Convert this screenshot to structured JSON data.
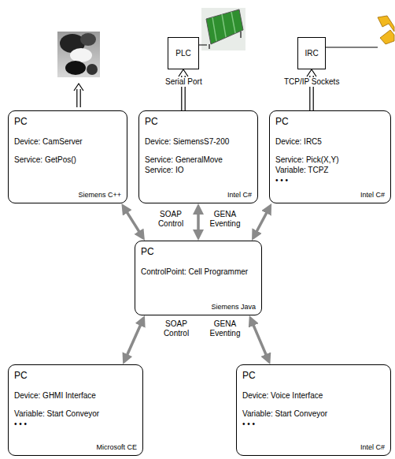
{
  "diagram": {
    "nodes": [
      {
        "text": [
          "PLC"
        ]
      },
      {
        "text": [
          "IRC"
        ]
      },
      {
        "text": [
          "PC",
          "Device: CamServer",
          "Service: GetPos()",
          "Siemens C++"
        ]
      },
      {
        "text": [
          "PC",
          "Device: SiemensS7-200",
          "Service: GeneralMove",
          "Service: IO",
          "Intel C#"
        ]
      },
      {
        "text": [
          "PC",
          "Device: IRC5",
          "Service: Pick(X,Y)",
          "Variable: TCPZ",
          "• • •",
          "Intel C#"
        ]
      },
      {
        "text": [
          "PC",
          "ControlPoint: Cell Programmer",
          "Siemens Java"
        ]
      },
      {
        "text": [
          "PC",
          "Device: GHMI Interface",
          "Variable: Start Conveyor",
          "• • •",
          "Microsoft CE"
        ]
      },
      {
        "text": [
          "PC",
          "Device: Voice Interface",
          "Variable: Start Conveyor",
          "• • •",
          "Intel C#"
        ]
      }
    ],
    "edges": [
      {
        "from": 3,
        "to": 0,
        "arrow": "to",
        "label": "Serial Port"
      },
      {
        "from": 4,
        "to": 1,
        "arrow": "to",
        "label": "TCP/IP Sockets"
      },
      {
        "from": 2,
        "to": 5,
        "arrow": "both"
      },
      {
        "from": 3,
        "to": 5,
        "arrow": "both"
      },
      {
        "from": 4,
        "to": 5,
        "arrow": "both"
      },
      {
        "from": 5,
        "to": 6,
        "arrow": "both"
      },
      {
        "from": 5,
        "to": 7,
        "arrow": "both"
      }
    ],
    "labels": [
      "SOAP Control",
      "GENA Eventing",
      "SOAP Control",
      "GENA Eventing"
    ]
  }
}
